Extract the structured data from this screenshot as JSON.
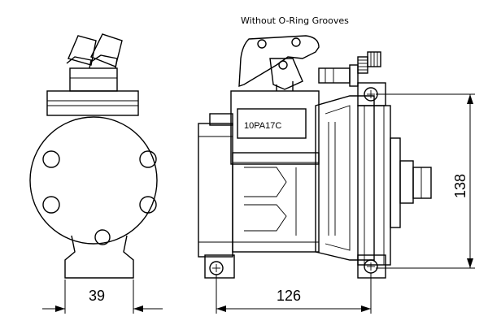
{
  "note": "Without O-Ring Grooves",
  "model_label": "10PA17C",
  "dimensions": {
    "width_side": "39",
    "length": "126",
    "height": "138"
  },
  "icons": {
    "front_view": "compressor-front-view-drawing",
    "side_view": "compressor-side-view-drawing",
    "mount_holes": "mounting-hole-icon"
  }
}
